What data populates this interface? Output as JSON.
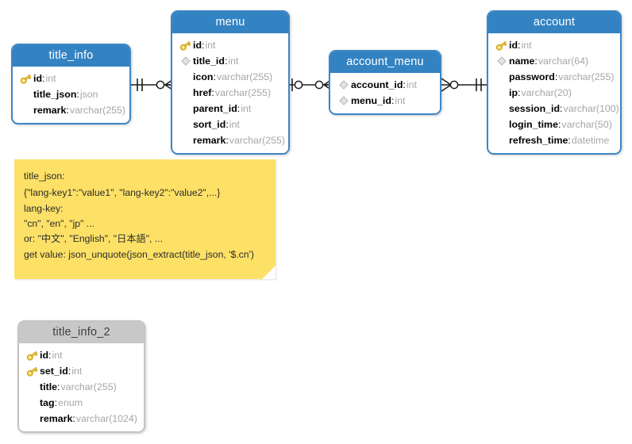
{
  "diagram": {
    "title": "database-er-diagram",
    "colors": {
      "header_blue": "#3383c3",
      "header_gray": "#c8c8c8",
      "border_blue": "#3d85c6",
      "border_gray": "#c3c3c3",
      "note_yellow": "#fde167",
      "type_text": "#a6a6a6",
      "key_icon": "#f3c31a",
      "connector": "#1f1f1f"
    }
  },
  "tables": [
    {
      "name": "title_info",
      "style": "blue",
      "fields": [
        {
          "icon": "key-icon",
          "name": "id",
          "type": "int"
        },
        {
          "icon": "none",
          "name": "title_json",
          "type": "json"
        },
        {
          "icon": "none",
          "name": "remark",
          "type": "varchar(255)"
        }
      ]
    },
    {
      "name": "menu",
      "style": "blue",
      "fields": [
        {
          "icon": "key-icon",
          "name": "id",
          "type": "int"
        },
        {
          "icon": "diamond-icon",
          "name": "title_id",
          "type": "int"
        },
        {
          "icon": "none",
          "name": "icon",
          "type": "varchar(255)"
        },
        {
          "icon": "none",
          "name": "href",
          "type": "varchar(255)"
        },
        {
          "icon": "none",
          "name": "parent_id",
          "type": "int"
        },
        {
          "icon": "none",
          "name": "sort_id",
          "type": "int"
        },
        {
          "icon": "none",
          "name": "remark",
          "type": "varchar(255)"
        }
      ]
    },
    {
      "name": "account_menu",
      "style": "blue",
      "fields": [
        {
          "icon": "diamond-icon",
          "name": "account_id",
          "type": "int"
        },
        {
          "icon": "diamond-icon",
          "name": "menu_id",
          "type": "int"
        }
      ]
    },
    {
      "name": "account",
      "style": "blue",
      "fields": [
        {
          "icon": "key-icon",
          "name": "id",
          "type": "int"
        },
        {
          "icon": "diamond-icon",
          "name": "name",
          "type": "varchar(64)"
        },
        {
          "icon": "none",
          "name": "password",
          "type": "varchar(255)"
        },
        {
          "icon": "none",
          "name": "ip",
          "type": "varchar(20)"
        },
        {
          "icon": "none",
          "name": "session_id",
          "type": "varchar(100)"
        },
        {
          "icon": "none",
          "name": "login_time",
          "type": "varchar(50)"
        },
        {
          "icon": "none",
          "name": "refresh_time",
          "type": "datetime"
        }
      ]
    },
    {
      "name": "title_info_2",
      "style": "gray",
      "fields": [
        {
          "icon": "key-icon",
          "name": "id",
          "type": "int"
        },
        {
          "icon": "key-icon",
          "name": "set_id",
          "type": "int"
        },
        {
          "icon": "none",
          "name": "title",
          "type": "varchar(255)"
        },
        {
          "icon": "none",
          "name": "tag",
          "type": "enum"
        },
        {
          "icon": "none",
          "name": "remark",
          "type": "varchar(1024)"
        }
      ]
    }
  ],
  "relationships": [
    {
      "from": "title_info",
      "to": "menu",
      "from_cardinality": "exactly-one",
      "to_cardinality": "zero-or-many"
    },
    {
      "from": "menu",
      "to": "account_menu",
      "from_cardinality": "zero-or-one",
      "to_cardinality": "zero-or-many"
    },
    {
      "from": "account_menu",
      "to": "account",
      "from_cardinality": "zero-or-many",
      "to_cardinality": "exactly-one"
    }
  ],
  "note": {
    "lines": [
      "title_json:",
      "{\"lang-key1\":\"value1\", \"lang-key2\":\"value2\",...}",
      "lang-key:",
      "\"cn\", \"en\", \"jp\" ...",
      "or: \"中文\", \"English\", \"日本語\", ...",
      "get value: json_unquote(json_extract(title_json, '$.cn')"
    ]
  }
}
